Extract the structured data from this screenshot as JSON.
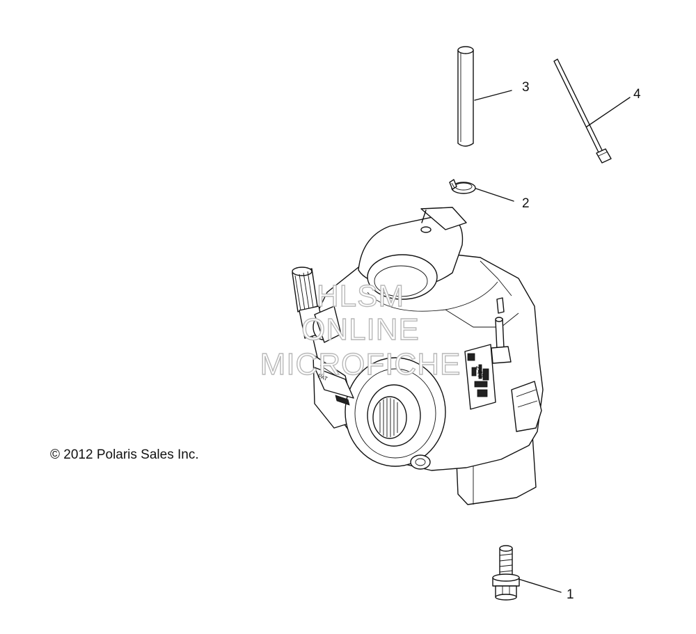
{
  "copyright": "© 2012 Polaris Sales Inc.",
  "watermark": {
    "line1": "HLSM",
    "line2": "ONLINE",
    "line3": "MICROFICHE"
  },
  "callouts": [
    {
      "id": "1",
      "label": "1"
    },
    {
      "id": "2",
      "label": "2"
    },
    {
      "id": "3",
      "label": "3"
    },
    {
      "id": "4",
      "label": "4"
    }
  ],
  "colors": {
    "line": "#111111",
    "background": "#ffffff",
    "watermark_outline": "#b8b8b8"
  }
}
